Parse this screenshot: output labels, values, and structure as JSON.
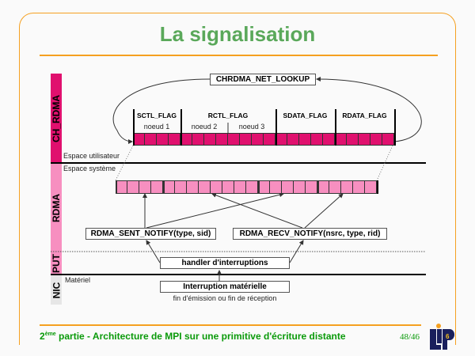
{
  "title": "La signalisation",
  "layers": {
    "ch_rdma": "CH_RDMA",
    "rdma": "RDMA",
    "put": "PUT",
    "nic": "NIC"
  },
  "spaces": {
    "user": "Espace utilisateur",
    "system": "Espace système",
    "hardware": "Matériel"
  },
  "lookup": "CHRDMA_NET_LOOKUP",
  "flags": [
    {
      "label": "SCTL_FLAG",
      "cells": 4
    },
    {
      "label": "RCTL_FLAG",
      "cells": 8
    },
    {
      "label": "SDATA_FLAG",
      "cells": 5
    },
    {
      "label": "RDATA_FLAG",
      "cells": 5
    }
  ],
  "nodes": [
    "noeud 1",
    "noeud 2",
    "noeud 3"
  ],
  "boxes": {
    "sent": "RDMA_SENT_NOTIFY(type, sid)",
    "recv": "RDMA_RECV_NOTIFY(nsrc, type, rid)",
    "handler": "handler d'interruptions",
    "interrupt": "Interruption matérielle",
    "interrupt_caption": "fin d'émission ou fin de réception"
  },
  "footer": {
    "ordinal": "2",
    "sup": "ème",
    "text": " partie - Architecture de MPI sur une primitive d'écriture distante",
    "page": "48/46"
  },
  "logo": "LIP6",
  "colors": {
    "magenta": "#e0106e",
    "pink": "#f78fc0",
    "orange": "#f5a020",
    "green": "#5aa85a"
  }
}
